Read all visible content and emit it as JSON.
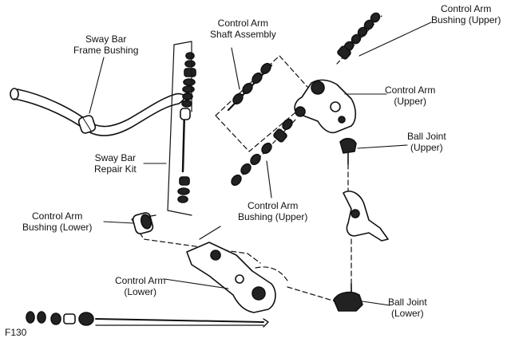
{
  "labels": {
    "sway_bar_frame_bushing": [
      "Sway Bar",
      "Frame Bushing"
    ],
    "control_arm_shaft_assembly": [
      "Control Arm",
      "Shaft Assembly"
    ],
    "control_arm_bushing_upper_top": [
      "Control Arm",
      "Bushing (Upper)"
    ],
    "control_arm_upper": [
      "Control Arm",
      "(Upper)"
    ],
    "ball_joint_upper": [
      "Ball Joint",
      "(Upper)"
    ],
    "sway_bar_repair_kit": [
      "Sway Bar",
      "Repair Kit"
    ],
    "control_arm_bushing_upper_mid": [
      "Control Arm",
      "Bushing (Upper)"
    ],
    "control_arm_bushing_lower": [
      "Control Arm",
      "Bushing (Lower)"
    ],
    "control_arm_lower": [
      "Control Arm",
      "(Lower)"
    ],
    "ball_joint_lower": [
      "Ball Joint",
      "(Lower)"
    ]
  },
  "figure_id": "F130",
  "colors": {
    "ink": "#111111",
    "paper": "#ffffff"
  }
}
